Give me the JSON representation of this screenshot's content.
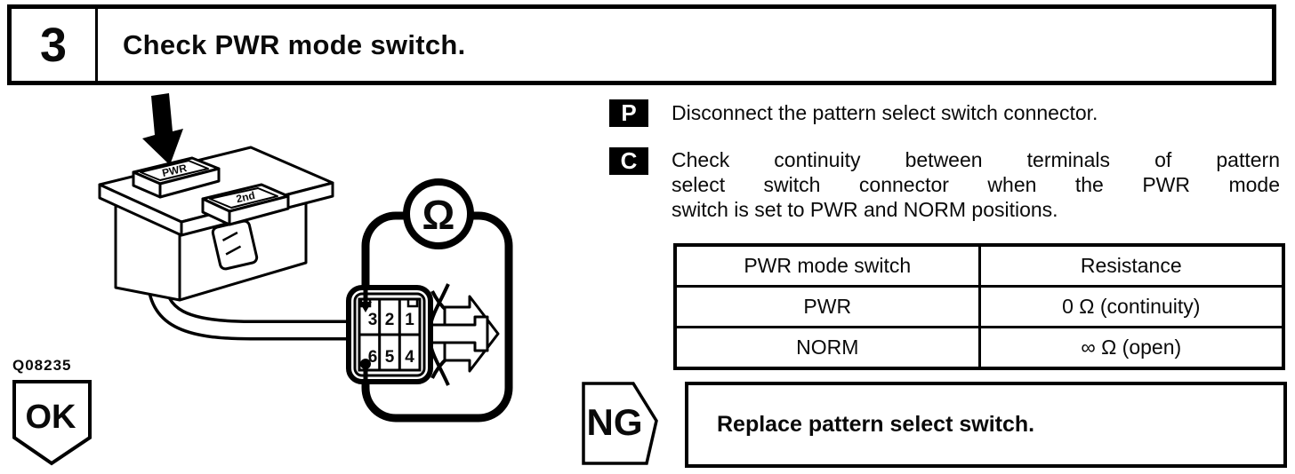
{
  "step": {
    "number": "3",
    "title": "Check PWR mode switch."
  },
  "figure": {
    "code": "Q08235",
    "ok_label": "OK",
    "ohm_symbol": "Ω",
    "buttons": {
      "pwr": "PWR",
      "second": "2nd"
    },
    "terminals": {
      "row1": [
        "3",
        "2",
        "1"
      ],
      "row2": [
        "6",
        "5",
        "4"
      ]
    }
  },
  "procedure": {
    "steps": [
      {
        "icon": "P",
        "lines": [
          "Disconnect the pattern select switch connector."
        ]
      },
      {
        "icon": "C",
        "lines": [
          "Check continuity between terminals of pattern",
          "select switch connector when the PWR mode",
          "switch is set to PWR and NORM positions."
        ]
      }
    ]
  },
  "table": {
    "headers": [
      "PWR mode switch",
      "Resistance"
    ],
    "rows": [
      [
        "PWR",
        "0 Ω (continuity)"
      ],
      [
        "NORM",
        "∞ Ω (open)"
      ]
    ]
  },
  "result": {
    "ng_label": "NG",
    "action": "Replace pattern select switch."
  },
  "colors": {
    "ink": "#000000",
    "paper": "#ffffff"
  }
}
